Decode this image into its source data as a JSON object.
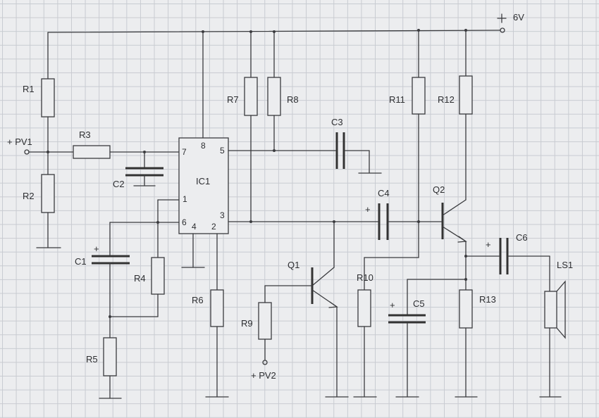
{
  "supply": {
    "label": "6V",
    "sign": "+"
  },
  "inputs": {
    "pv1": "+ PV1",
    "pv2": "+ PV2"
  },
  "ic": {
    "name": "IC1",
    "pins": {
      "p1": "1",
      "p2": "2",
      "p3": "3",
      "p4": "4",
      "p5": "5",
      "p6": "6",
      "p7": "7",
      "p8": "8"
    }
  },
  "resistors": {
    "r1": "R1",
    "r2": "R2",
    "r3": "R3",
    "r4": "R4",
    "r5": "R5",
    "r6": "R6",
    "r7": "R7",
    "r8": "R8",
    "r9": "R9",
    "r10": "R10",
    "r11": "R11",
    "r12": "R12",
    "r13": "R13"
  },
  "capacitors": {
    "c1": "C1",
    "c2": "C2",
    "c3": "C3",
    "c4": "C4",
    "c5": "C5",
    "c6": "C6"
  },
  "transistors": {
    "q1": "Q1",
    "q2": "Q2"
  },
  "speaker": {
    "ls1": "LS1"
  },
  "polarity": {
    "plus": "+"
  }
}
